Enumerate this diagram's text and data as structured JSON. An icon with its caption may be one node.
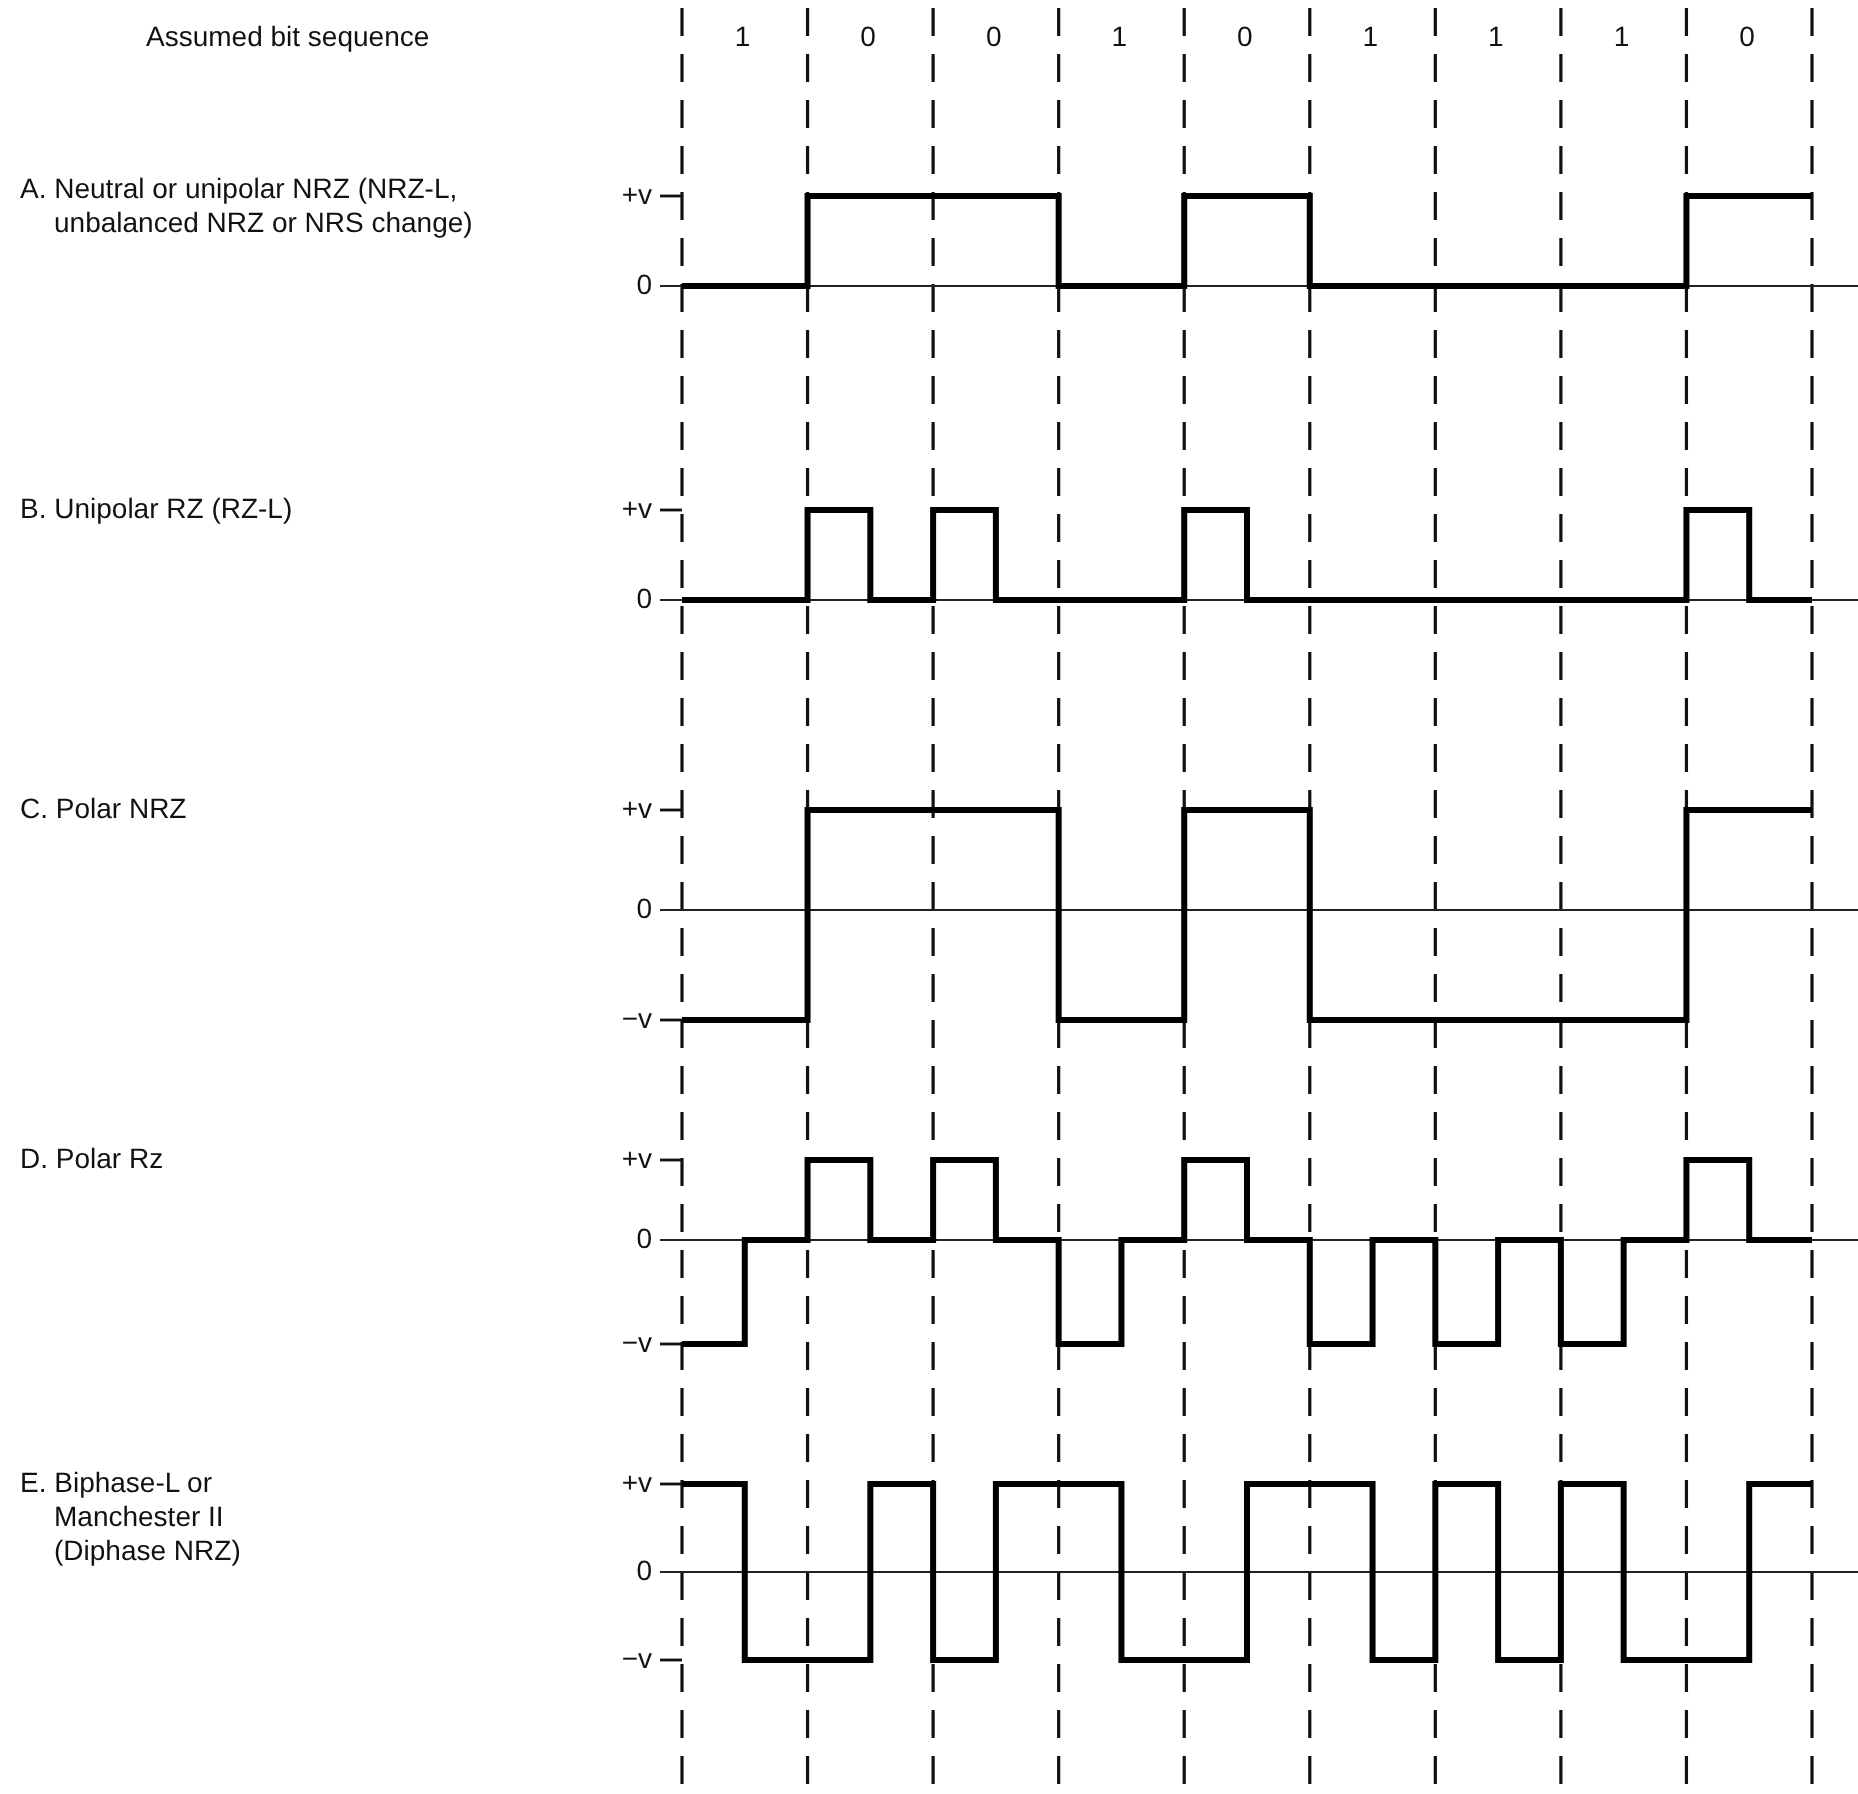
{
  "diagram": {
    "labels": [
      "Assumed bit sequence",
      "1",
      "0",
      "0",
      "1",
      "0",
      "1",
      "1",
      "1",
      "0",
      "A. Neutral or unipolar NRZ (NRZ-L, unbalanced NRZ or NRS change)",
      "+v",
      "0",
      "B. Unipolar RZ (RZ-L)",
      "+v",
      "0",
      "C. Polar NRZ",
      "+v",
      "0",
      "−v",
      "D. Polar Rz",
      "+v",
      "0",
      "−v",
      "E. Biphase-L or Manchester II (Diphase NRZ)",
      "+v",
      "0",
      "−v"
    ]
  }
}
